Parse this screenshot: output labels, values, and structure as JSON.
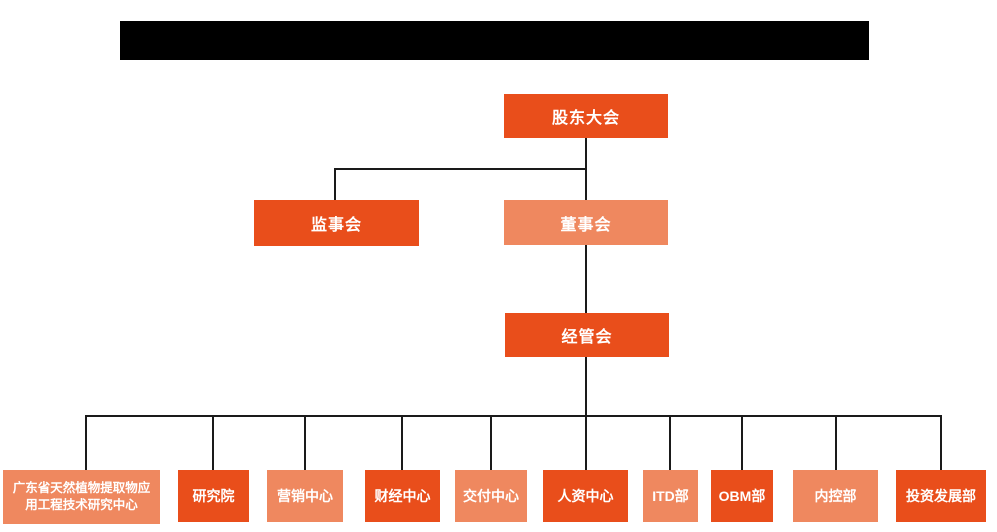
{
  "page": {
    "background_color": "#ffffff",
    "redacted_title_bar": {
      "description": "solid black bar covering the chart title",
      "color": "#000000"
    }
  },
  "colors": {
    "node_primary": "#E94E1B",
    "node_secondary": "#EF885F",
    "connector_line": "#1a1a1a",
    "node_text": "#ffffff"
  },
  "org_chart": {
    "root": {
      "label": "股东大会",
      "variant": "primary"
    },
    "level2": [
      {
        "label": "监事会",
        "variant": "primary"
      },
      {
        "label": "董事会",
        "variant": "secondary"
      }
    ],
    "level3": [
      {
        "label": "经管会",
        "variant": "primary"
      }
    ],
    "level4": [
      {
        "label": "广东省天然植物提取物应用工程技术研究中心",
        "variant": "secondary"
      },
      {
        "label": "研究院",
        "variant": "primary"
      },
      {
        "label": "营销中心",
        "variant": "secondary"
      },
      {
        "label": "财经中心",
        "variant": "primary"
      },
      {
        "label": "交付中心",
        "variant": "secondary"
      },
      {
        "label": "人资中心",
        "variant": "primary"
      },
      {
        "label": "ITD部",
        "variant": "secondary"
      },
      {
        "label": "OBM部",
        "variant": "primary"
      },
      {
        "label": "内控部",
        "variant": "secondary"
      },
      {
        "label": "投资发展部",
        "variant": "primary"
      }
    ]
  }
}
